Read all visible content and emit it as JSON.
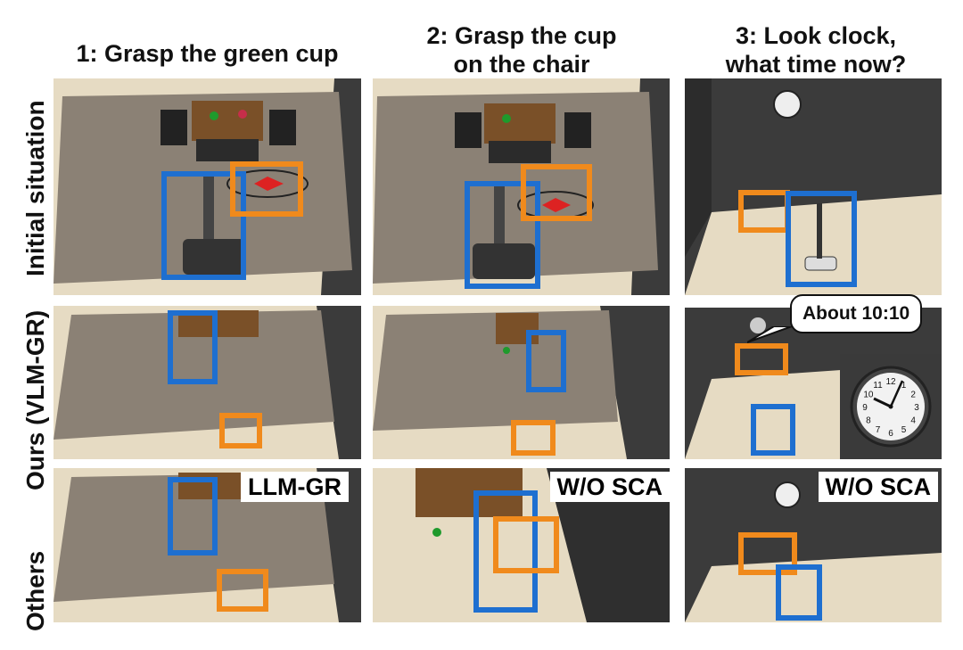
{
  "columns": [
    {
      "title_line1": "1: Grasp the green cup",
      "title_line2": ""
    },
    {
      "title_line1": "2: Grasp the cup",
      "title_line2": "on the chair"
    },
    {
      "title_line1": "3: Look clock,",
      "title_line2": "what time now?"
    }
  ],
  "rows": [
    {
      "label": "Initial situation"
    },
    {
      "label": "Ours (VLM-GR)"
    },
    {
      "label": "Others"
    }
  ],
  "overlays": {
    "bubble_text": "About 10:10",
    "others_tags": [
      "LLM-GR",
      "W/O SCA",
      "W/O SCA"
    ]
  },
  "colors": {
    "robot_box": "#1e6fd0",
    "drone_box": "#f08a1c",
    "carpet": "#8b8175",
    "floor_tile": "#e6dbc3",
    "wall": "#3b3b3b",
    "table": "#7a5028"
  },
  "clock": {
    "numerals": [
      "12",
      "1",
      "2",
      "3",
      "4",
      "5",
      "6",
      "7",
      "8",
      "9",
      "10",
      "11"
    ]
  }
}
